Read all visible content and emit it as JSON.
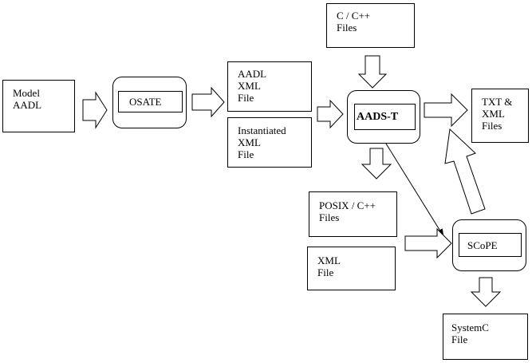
{
  "nodes": {
    "model_aadl": {
      "label": "Model\nAADL"
    },
    "osate": {
      "label": "OSATE"
    },
    "aadl_xml": {
      "label": "AADL\nXML\nFile"
    },
    "instantiated_xml": {
      "label": "Instantiated\nXML\nFile"
    },
    "c_cpp": {
      "label": "C / C++\nFiles"
    },
    "aads_t": {
      "label": "AADS-T"
    },
    "txt_xml": {
      "label": "TXT &\nXML\nFiles"
    },
    "posix_cpp": {
      "label": "POSIX / C++\nFiles"
    },
    "xml_file": {
      "label": "XML\nFile"
    },
    "scope": {
      "label": "SCoPE"
    },
    "systemc": {
      "label": "SystemC\nFile"
    }
  }
}
